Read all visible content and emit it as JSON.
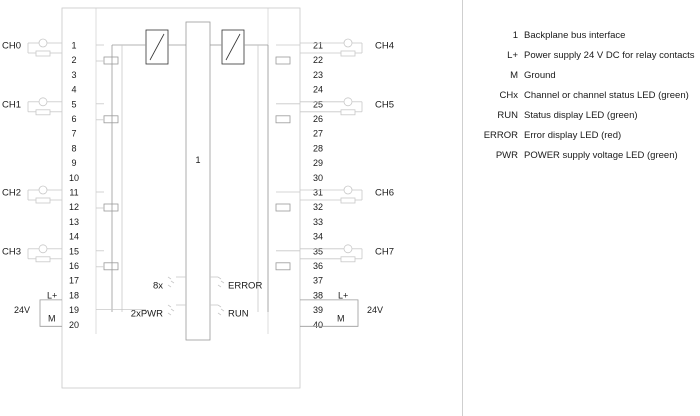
{
  "diagram": {
    "left_terminals": [
      "1",
      "2",
      "3",
      "4",
      "5",
      "6",
      "7",
      "8",
      "9",
      "10",
      "11",
      "12",
      "13",
      "14",
      "15",
      "16",
      "17",
      "18",
      "19",
      "20"
    ],
    "right_terminals": [
      "21",
      "22",
      "23",
      "24",
      "25",
      "26",
      "27",
      "28",
      "29",
      "30",
      "31",
      "32",
      "33",
      "34",
      "35",
      "36",
      "37",
      "38",
      "39",
      "40"
    ],
    "channels": [
      {
        "label": "CH0",
        "side": "left",
        "terminal_index": 0
      },
      {
        "label": "CH1",
        "side": "left",
        "terminal_index": 4
      },
      {
        "label": "CH2",
        "side": "left",
        "terminal_index": 10
      },
      {
        "label": "CH3",
        "side": "left",
        "terminal_index": 14
      },
      {
        "label": "CH4",
        "side": "right",
        "terminal_index": 0
      },
      {
        "label": "CH5",
        "side": "right",
        "terminal_index": 4
      },
      {
        "label": "CH6",
        "side": "right",
        "terminal_index": 10
      },
      {
        "label": "CH7",
        "side": "right",
        "terminal_index": 14
      }
    ],
    "left_supply": {
      "plus": "L+",
      "voltage": "24V",
      "ground": "M"
    },
    "right_supply": {
      "plus": "L+",
      "voltage": "24V",
      "ground": "M"
    },
    "backplane_label": "1",
    "leds": {
      "channel_leds": "8x",
      "error": "ERROR",
      "power": "2xPWR",
      "run": "RUN"
    }
  },
  "legend": [
    {
      "abbr": "1",
      "desc": "Backplane bus interface"
    },
    {
      "abbr": "L+",
      "desc": "Power supply 24 V DC for relay contacts"
    },
    {
      "abbr": "M",
      "desc": "Ground"
    },
    {
      "abbr": "CHx",
      "desc": "Channel or channel status LED (green)"
    },
    {
      "abbr": "RUN",
      "desc": "Status display LED (green)"
    },
    {
      "abbr": "ERROR",
      "desc": "Error display LED (red)"
    },
    {
      "abbr": "PWR",
      "desc": "POWER supply voltage LED (green)"
    }
  ]
}
